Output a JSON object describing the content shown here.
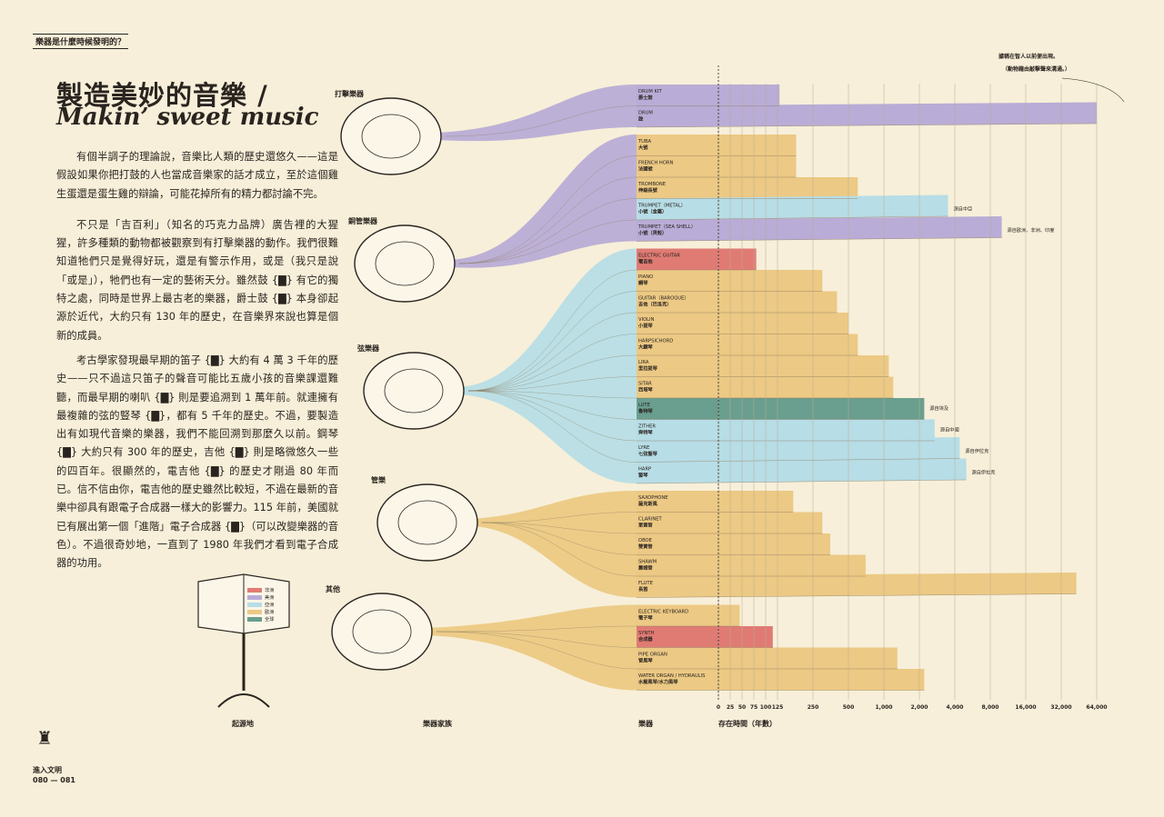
{
  "page": {
    "tag": "樂器是什麼時候發明的？",
    "title_zh": "製造美妙的音樂 /",
    "title_en": "Makin’ sweet music",
    "paragraphs": [
      "有個半調子的理論說，音樂比人類的歷史還悠久——這是假設如果你把打鼓的人也當成音樂家的話才成立，至於這個雞生蛋還是蛋生雞的辯論，可能花掉所有的精力都討論不完。",
      "不只是「吉百利」（知名的巧克力品牌）廣告裡的大猩猩，許多種類的動物都被觀察到有打擊樂器的動作。我們很難知道牠們只是覺得好玩，還是有警示作用，或是（我只是說「或是」），牠們也有一定的藝術天分。雖然鼓 {▇} 有它的獨特之處，同時是世界上最古老的樂器，爵士鼓 {▇} 本身卻起源於近代，大約只有 130 年的歷史，在音樂界來說也算是個新的成員。",
      "考古學家發現最早期的笛子 {▇} 大約有 4 萬 3 千年的歷史——只不過這只笛子的聲音可能比五歲小孩的音樂課還難聽，而最早期的喇叭 {▇} 則是要追溯到 1 萬年前。就連擁有最複雜的弦的豎琴 {▇}，都有 5 千年的歷史。不過，要製造出有如現代音樂的樂器，我們不能回溯到那麼久以前。鋼琴 {▇} 大約只有 300 年的歷史，吉他 {▇} 則是略微悠久一些的四百年。很顯然的，電吉他 {▇} 的歷史才剛過 80 年而已。信不信由你，電吉他的歷史雖然比較短，不過在最新的音樂中卻具有跟電子合成器一樣大的影響力。115 年前，美國就已有展出第一個「進階」電子合成器 {▇}（可以改變樂器的音色）。不過很奇妙地，一直到了 1980 年我們才看到電子合成器的功用。"
    ],
    "top_note": [
      "據稱在智人以前便出現。",
      "（動物藉由敲擊聲來溝通。）"
    ],
    "footer": [
      "進入文明",
      "080 — 081"
    ],
    "bottom_labels": {
      "origin": "起源地",
      "family": "樂器家族",
      "instrument": "樂器",
      "time": "存在時間（年數）"
    },
    "legend_book": [
      "非洲",
      "美洲",
      "亞洲",
      "歐洲",
      "全球"
    ],
    "colors": {
      "africa": "#e07b74",
      "america": "#b9acd6",
      "asia": "#b7dde6",
      "europe": "#ecc984",
      "global": "#6a9e8e",
      "background": "#f7efd9"
    }
  },
  "chart_data": {
    "type": "bar",
    "title": "製造美妙的音樂 / Makin’ sweet music",
    "xlabel": "存在時間（年數）",
    "x_scale": "log2",
    "x_ticks": [
      0,
      25,
      50,
      75,
      100,
      125,
      250,
      500,
      1000,
      2000,
      4000,
      8000,
      16000,
      32000,
      64000
    ],
    "families": [
      {
        "name": "打擊樂器",
        "instruments": [
          {
            "en": "DRUM KIT",
            "zh": "爵士鼓",
            "years": 130,
            "origin": "america",
            "note": ""
          },
          {
            "en": "DRUM",
            "zh": "鼓",
            "years": 64000,
            "origin": "america",
            "note": ""
          }
        ]
      },
      {
        "name": "銅管樂器",
        "instruments": [
          {
            "en": "TUBA",
            "zh": "大號",
            "years": 180,
            "origin": "europe",
            "note": ""
          },
          {
            "en": "FRENCH HORN",
            "zh": "法國號",
            "years": 180,
            "origin": "europe",
            "note": ""
          },
          {
            "en": "TROMBONE",
            "zh": "伸縮長號",
            "years": 600,
            "origin": "europe",
            "note": ""
          },
          {
            "en": "TRUMPET（METAL）",
            "zh": "小號（金屬）",
            "years": 3500,
            "origin": "asia",
            "note": "源自中亞"
          },
          {
            "en": "TRUMPET（SEA SHELL）",
            "zh": "小號（貝殼）",
            "years": 10000,
            "origin": "america",
            "note": "源自歐洲、非洲、印度"
          }
        ]
      },
      {
        "name": "弦樂器",
        "instruments": [
          {
            "en": "ELECTRIC GUITAR",
            "zh": "電吉他",
            "years": 80,
            "origin": "africa",
            "note": ""
          },
          {
            "en": "PIANO",
            "zh": "鋼琴",
            "years": 300,
            "origin": "europe",
            "note": ""
          },
          {
            "en": "GUITAR（BAROQUE）",
            "zh": "吉他（巴洛克）",
            "years": 400,
            "origin": "europe",
            "note": ""
          },
          {
            "en": "VIOLIN",
            "zh": "小提琴",
            "years": 500,
            "origin": "europe",
            "note": ""
          },
          {
            "en": "HARPSICHORD",
            "zh": "大鍵琴",
            "years": 600,
            "origin": "europe",
            "note": ""
          },
          {
            "en": "LIRA",
            "zh": "里拉提琴",
            "years": 1100,
            "origin": "europe",
            "note": ""
          },
          {
            "en": "SITAR",
            "zh": "西塔琴",
            "years": 1200,
            "origin": "europe",
            "note": ""
          },
          {
            "en": "LUTE",
            "zh": "魯特琴",
            "years": 2200,
            "origin": "global",
            "note": "源自埃及"
          },
          {
            "en": "ZITHER",
            "zh": "齊特琴",
            "years": 2700,
            "origin": "asia",
            "note": "源自中國"
          },
          {
            "en": "LYRE",
            "zh": "七弦豎琴",
            "years": 4400,
            "origin": "asia",
            "note": "源自伊拉克"
          },
          {
            "en": "HARP",
            "zh": "豎琴",
            "years": 5000,
            "origin": "asia",
            "note": "源自伊拉克"
          }
        ]
      },
      {
        "name": "管樂",
        "instruments": [
          {
            "en": "SAXOPHONE",
            "zh": "薩克斯風",
            "years": 170,
            "origin": "europe",
            "note": ""
          },
          {
            "en": "CLARINET",
            "zh": "單簧管",
            "years": 300,
            "origin": "europe",
            "note": ""
          },
          {
            "en": "OBOE",
            "zh": "雙簧管",
            "years": 350,
            "origin": "europe",
            "note": ""
          },
          {
            "en": "SHAWM",
            "zh": "蕭姆管",
            "years": 700,
            "origin": "europe",
            "note": ""
          },
          {
            "en": "FLUTE",
            "zh": "長笛",
            "years": 43000,
            "origin": "europe",
            "note": ""
          }
        ]
      },
      {
        "name": "其他",
        "instruments": [
          {
            "en": "ELECTRIC KEYBOARD",
            "zh": "電子琴",
            "years": 45,
            "origin": "europe",
            "note": ""
          },
          {
            "en": "SYNTH",
            "zh": "合成器",
            "years": 115,
            "origin": "africa",
            "note": ""
          },
          {
            "en": "PIPE ORGAN",
            "zh": "管風琴",
            "years": 1300,
            "origin": "europe",
            "note": ""
          },
          {
            "en": "WATER ORGAN / HYDRAULIS",
            "zh": "水壓風琴/水力風琴",
            "years": 2200,
            "origin": "europe",
            "note": ""
          }
        ]
      }
    ]
  }
}
